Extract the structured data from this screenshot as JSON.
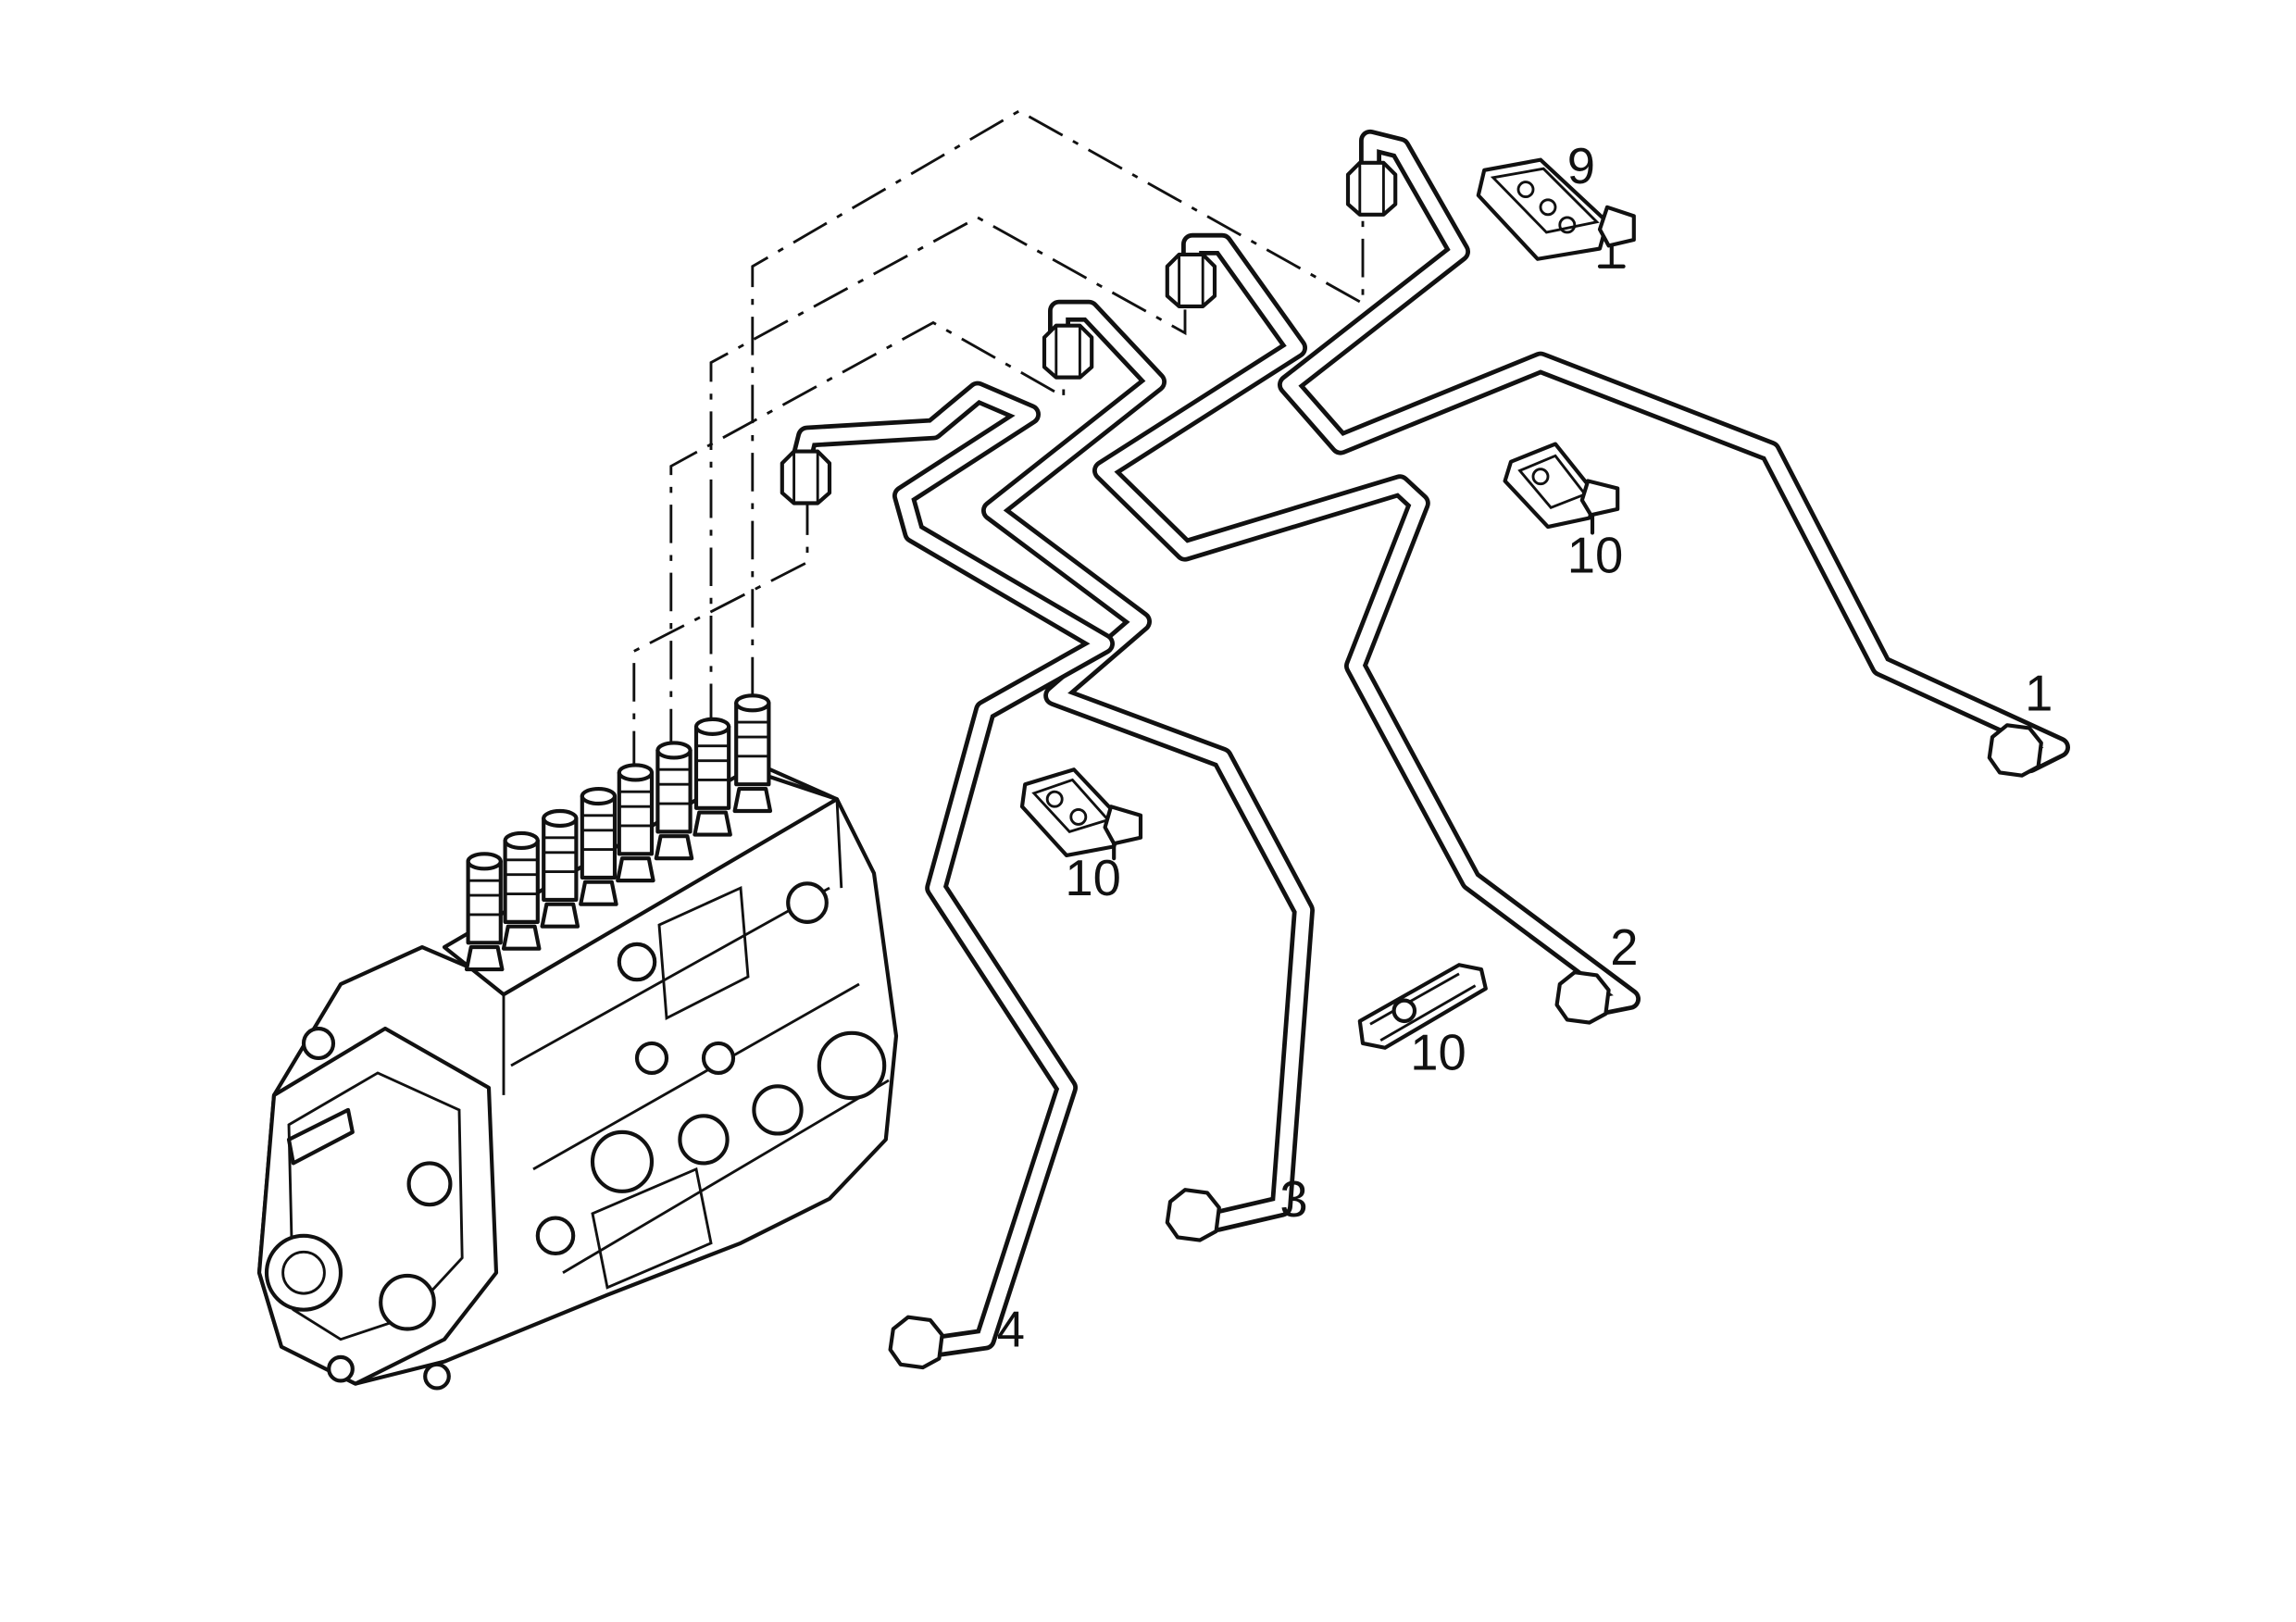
{
  "callouts": {
    "pipe_1": "1",
    "pipe_2": "2",
    "pipe_3": "3",
    "pipe_4": "4",
    "bracket_9": "9",
    "bracket_10_a": "10",
    "bracket_10_b": "10",
    "bracket_10_c": "10"
  }
}
